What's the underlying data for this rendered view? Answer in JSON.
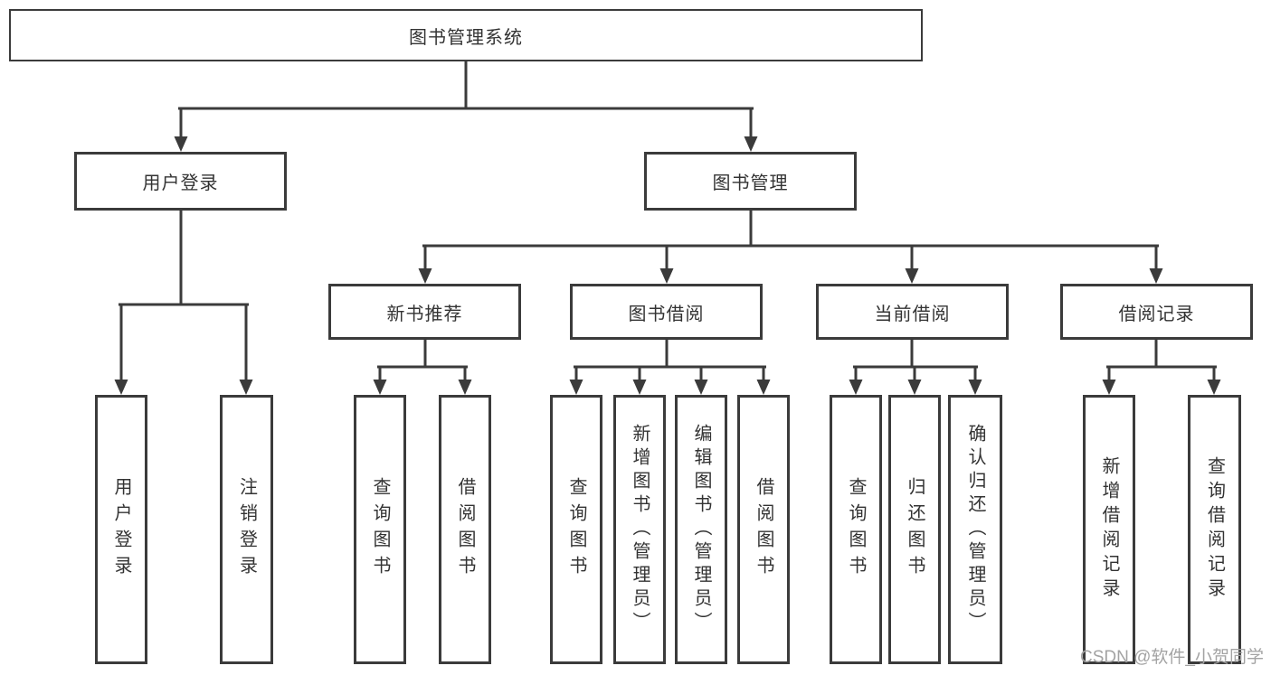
{
  "root": {
    "label": "图书管理系统",
    "children": [
      {
        "label": "用户登录",
        "children": [
          {
            "label": "用户登录"
          },
          {
            "label": "注销登录"
          }
        ]
      },
      {
        "label": "图书管理",
        "children": [
          {
            "label": "新书推荐",
            "children": [
              {
                "label": "查询图书"
              },
              {
                "label": "借阅图书"
              }
            ]
          },
          {
            "label": "图书借阅",
            "children": [
              {
                "label": "查询图书"
              },
              {
                "label": "新增图书（管理员）"
              },
              {
                "label": "编辑图书（管理员）"
              },
              {
                "label": "借阅图书"
              }
            ]
          },
          {
            "label": "当前借阅",
            "children": [
              {
                "label": "查询图书"
              },
              {
                "label": "归还图书"
              },
              {
                "label": "确认归还（管理员）"
              }
            ]
          },
          {
            "label": "借阅记录",
            "children": [
              {
                "label": "新增借阅记录"
              },
              {
                "label": "查询借阅记录"
              }
            ]
          }
        ]
      }
    ]
  },
  "watermark": "CSDN @软件_小贺同学",
  "colors": {
    "line": "#3b3b3b",
    "text": "#333333",
    "watermark": "#a3a3a3",
    "background": "#ffffff"
  }
}
